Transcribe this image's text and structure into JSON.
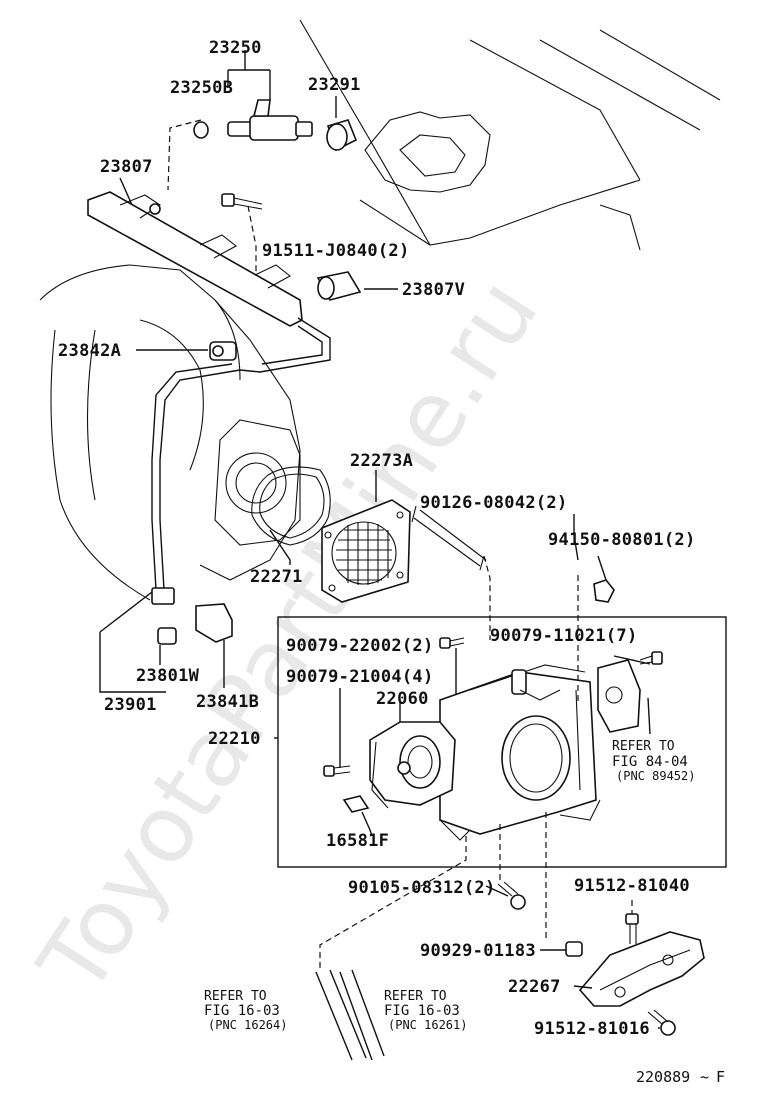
{
  "watermark": "ToyotaPartMine.ru",
  "figure_id": "220889",
  "figure_suffix": "F",
  "part_labels": {
    "p23250": "23250",
    "p23250B": "23250B",
    "p23291": "23291",
    "p23807": "23807",
    "p91511": "91511-J0840(2)",
    "p23807V": "23807V",
    "p23842A": "23842A",
    "p22273A": "22273A",
    "p90126": "90126-08042(2)",
    "p22271": "22271",
    "p94150": "94150-80801(2)",
    "p90079_22002": "90079-22002(2)",
    "p90079_11021": "90079-11021(7)",
    "p90079_21004": "90079-21004(4)",
    "p22060": "22060",
    "p23801W": "23801W",
    "p23841B": "23841B",
    "p23901": "23901",
    "p22210": "22210",
    "p16581F": "16581F",
    "p90105": "90105-08312(2)",
    "p91512_81040": "91512-81040",
    "p90929": "90929-01183",
    "p22267": "22267",
    "p91512_81016": "91512-81016"
  },
  "refs": {
    "r84": {
      "line1": "REFER TO",
      "line2": "FIG 84-04",
      "line3": "(PNC 89452)"
    },
    "r16a": {
      "line1": "REFER TO",
      "line2": "FIG 16-03",
      "line3": "(PNC 16264)"
    },
    "r16b": {
      "line1": "REFER TO",
      "line2": "FIG 16-03",
      "line3": "(PNC 16261)"
    }
  }
}
